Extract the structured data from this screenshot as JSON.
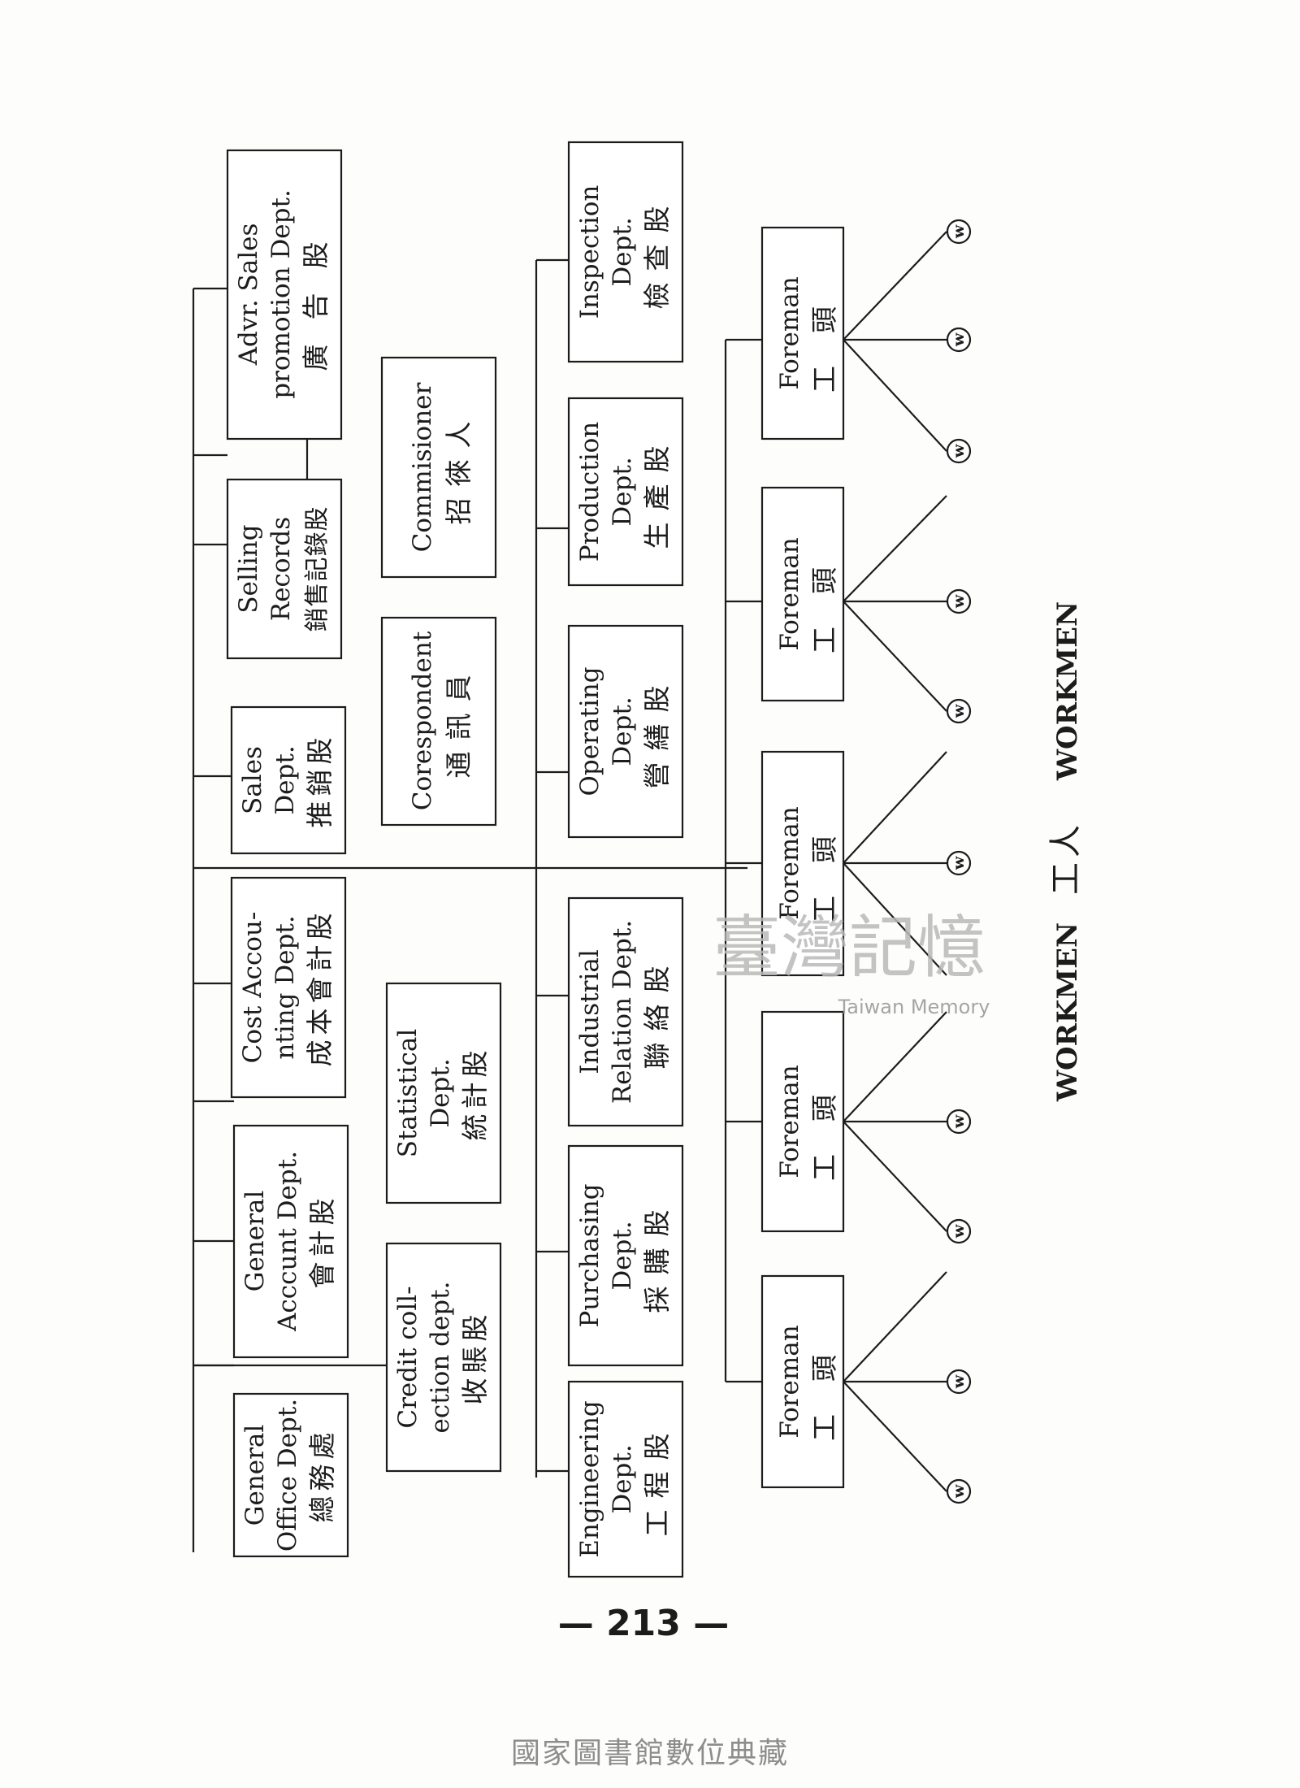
{
  "departments": {
    "general_office": {
      "en": [
        "General",
        "Office Dept."
      ],
      "zh": "總務處"
    },
    "general_account": {
      "en": [
        "General",
        "Acccunt Dept."
      ],
      "zh": "會計股"
    },
    "cost_accounting": {
      "en": [
        "Cost Accou-",
        "nting Dept."
      ],
      "zh": "成本會計股"
    },
    "credit_collection": {
      "en": [
        "Credit coll-",
        "ection dept."
      ],
      "zh": "收賬股"
    },
    "statistical": {
      "en": [
        "Statistical",
        "Dept."
      ],
      "zh": "統計股"
    },
    "sales": {
      "en": [
        "Sales",
        "Dept."
      ],
      "zh": "推銷股"
    },
    "selling_records": {
      "en": [
        "Selling",
        "Records"
      ],
      "zh": "銷售記錄股"
    },
    "advr_sales_promotion": {
      "en": [
        "Advr. Sales",
        "promotion Dept."
      ],
      "zh": "廣告股"
    },
    "corespondent": {
      "en": [
        "Corespondent"
      ],
      "zh": "通訊員"
    },
    "commisioner": {
      "en": [
        "Commisioner"
      ],
      "zh": "招徠人"
    },
    "engineering": {
      "en": [
        "Engineering",
        "Dept."
      ],
      "zh": "工程股"
    },
    "purchasing": {
      "en": [
        "Purchasing",
        "Dept."
      ],
      "zh": "採購股"
    },
    "industrial_relation": {
      "en": [
        "Industrial",
        "Relation Dept."
      ],
      "zh": "聯絡股"
    },
    "operating": {
      "en": [
        "Operating",
        "Dept."
      ],
      "zh": "營繕股"
    },
    "production": {
      "en": [
        "Production",
        "Dept."
      ],
      "zh": "生產股"
    },
    "inspection": {
      "en": [
        "Inspection",
        "Dept."
      ],
      "zh": "檢查股"
    }
  },
  "foreman": {
    "en": "Foreman",
    "zh": "工頭"
  },
  "worker_symbol": "w",
  "workmen": {
    "left": "WORKMEN",
    "right": "WORKMEN",
    "zh": "工人"
  },
  "page_number": "— 213 —",
  "watermark": {
    "main": "臺灣記憶",
    "sub": "Taiwan Memory"
  },
  "footer": "國家圖書館數位典藏"
}
